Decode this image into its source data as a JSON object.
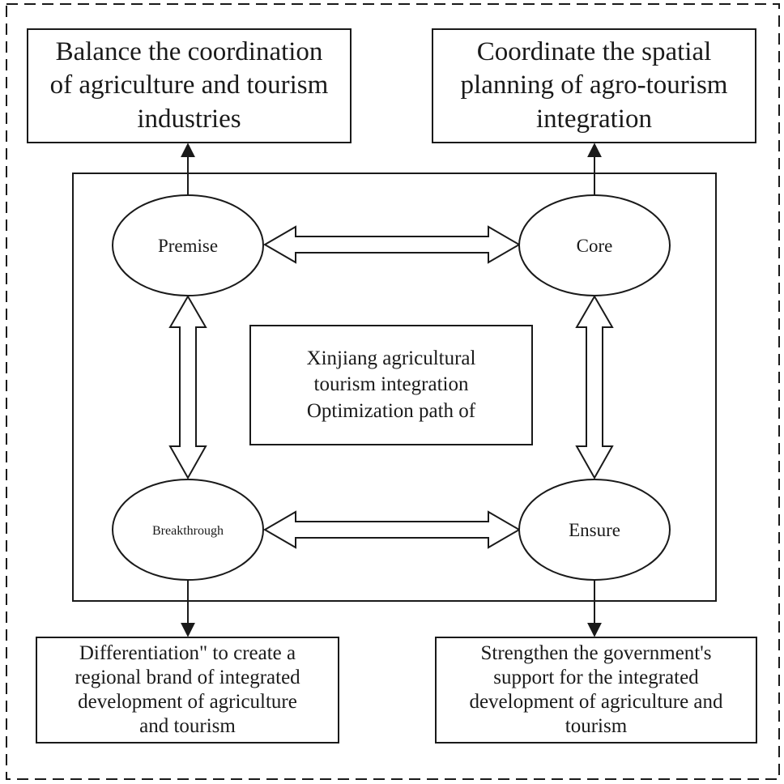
{
  "title": "Xinjiang agricultural tourism integration Optimization path of",
  "center": {
    "lines": [
      "Xinjiang agricultural",
      "tourism integration",
      "Optimization path of"
    ]
  },
  "nodes": {
    "premise": "Premise",
    "core": "Core",
    "breakthrough": "Breakthrough",
    "ensure": "Ensure"
  },
  "outcomes": {
    "top_left": [
      "Balance the coordination",
      "of agriculture and tourism",
      "industries"
    ],
    "top_right": [
      "Coordinate the spatial",
      "planning of agro-tourism",
      "integration"
    ],
    "bottom_left": [
      "Differentiation\" to create a",
      "regional brand of integrated",
      "development of agriculture",
      "and tourism"
    ],
    "bottom_right": [
      "Strengthen the government's",
      "support for the integrated",
      "development of agriculture and",
      "tourism"
    ]
  }
}
